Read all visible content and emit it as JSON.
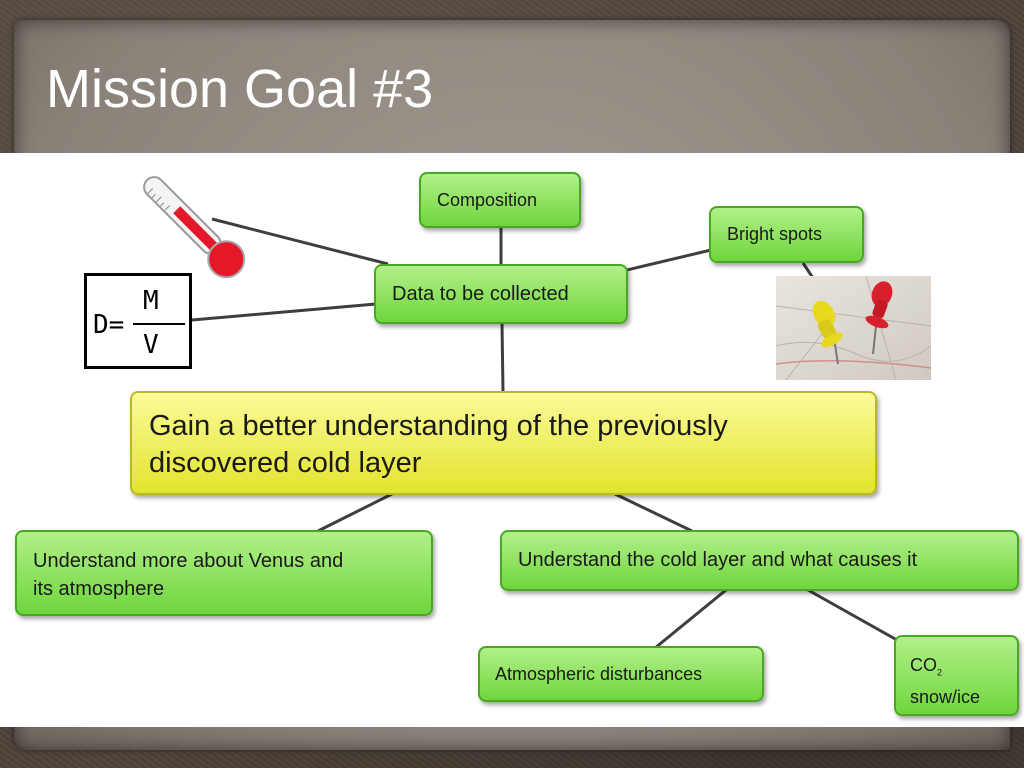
{
  "slide": {
    "title": "Mission Goal #3"
  },
  "diagram": {
    "central": {
      "line1": "Gain a better understanding of the previously",
      "line2": "discovered cold layer"
    },
    "data_node": "Data to be collected",
    "composition": "Composition",
    "bright_spots": "Bright spots",
    "venus": {
      "line1": "Understand more about Venus and",
      "line2": "its atmosphere"
    },
    "cold_layer": "Understand the cold layer and what causes it",
    "disturbances": "Atmospheric disturbances",
    "co2": {
      "formula": "CO",
      "subscript": "2",
      "line2": "snow/ice"
    },
    "density_formula": {
      "lhs": "D=",
      "numerator": "M",
      "denominator": "V"
    }
  },
  "colors": {
    "node_green": "#6fd63c",
    "node_yellow": "#e3e32e",
    "thermometer_red": "#e3192a"
  },
  "icons": [
    "thermometer-icon",
    "map-pushpins-image"
  ]
}
